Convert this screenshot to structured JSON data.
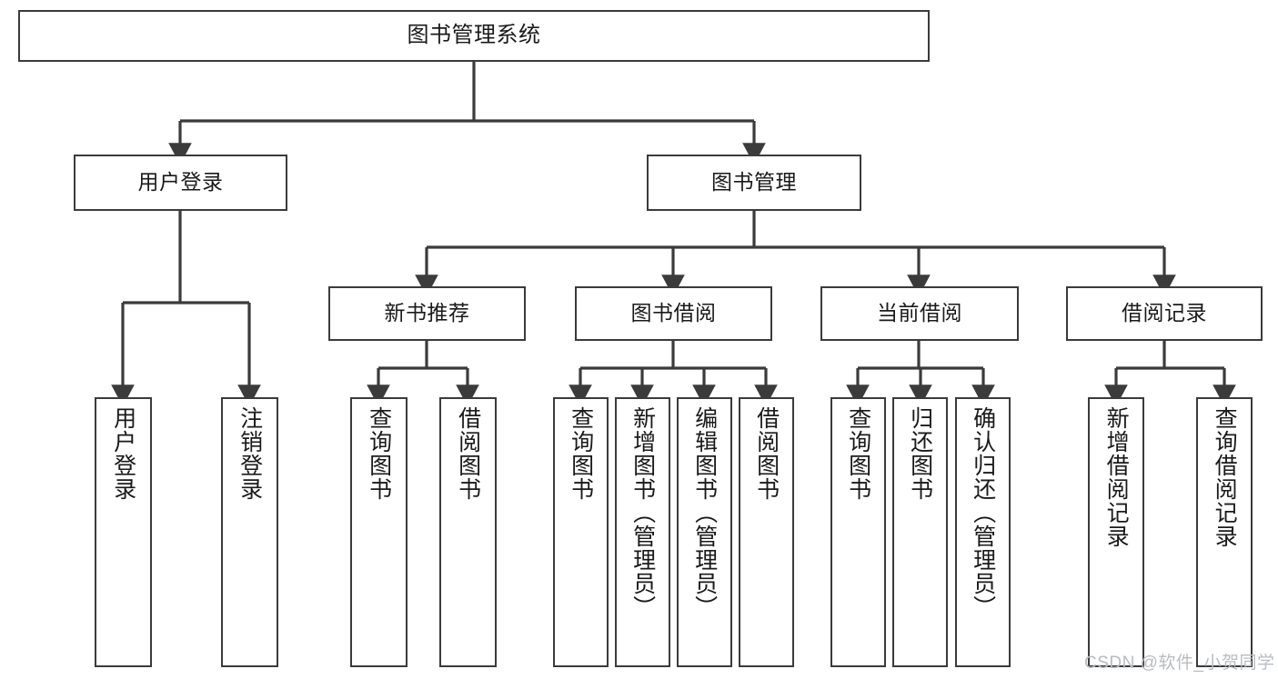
{
  "diagram": {
    "title": "图书管理系统",
    "watermark": "CSDN @软件_小贺同学",
    "line_color": "#3b3b3b",
    "box_fill": "#ffffff",
    "text_color": "#1a1a1a",
    "watermark_color": "#b9bcc0"
  },
  "chart_data": {
    "type": "diagram",
    "subtype": "tree",
    "title": "图书管理系统",
    "orientation": "top-down",
    "nodes": [
      {
        "id": "root",
        "label": "图书管理系统",
        "level": 0,
        "parent": null,
        "text_orientation": "horizontal"
      },
      {
        "id": "n-user-login",
        "label": "用户登录",
        "level": 1,
        "parent": "root",
        "text_orientation": "horizontal"
      },
      {
        "id": "n-book-manage",
        "label": "图书管理",
        "level": 1,
        "parent": "root",
        "text_orientation": "horizontal"
      },
      {
        "id": "n-new-book-rec",
        "label": "新书推荐",
        "level": 2,
        "parent": "n-book-manage",
        "text_orientation": "horizontal"
      },
      {
        "id": "n-book-borrow",
        "label": "图书借阅",
        "level": 2,
        "parent": "n-book-manage",
        "text_orientation": "horizontal"
      },
      {
        "id": "n-current-borrow",
        "label": "当前借阅",
        "level": 2,
        "parent": "n-book-manage",
        "text_orientation": "horizontal"
      },
      {
        "id": "n-borrow-record",
        "label": "借阅记录",
        "level": 2,
        "parent": "n-book-manage",
        "text_orientation": "horizontal"
      },
      {
        "id": "l-user-login",
        "label": "用户登录",
        "level": 2,
        "parent": "n-user-login",
        "text_orientation": "vertical"
      },
      {
        "id": "l-user-logout",
        "label": "注销登录",
        "level": 2,
        "parent": "n-user-login",
        "text_orientation": "vertical"
      },
      {
        "id": "l-rec-query",
        "label": "查询图书",
        "level": 3,
        "parent": "n-new-book-rec",
        "text_orientation": "vertical"
      },
      {
        "id": "l-rec-borrow",
        "label": "借阅图书",
        "level": 3,
        "parent": "n-new-book-rec",
        "text_orientation": "vertical"
      },
      {
        "id": "l-borrow-query",
        "label": "查询图书",
        "level": 3,
        "parent": "n-book-borrow",
        "text_orientation": "vertical"
      },
      {
        "id": "l-borrow-add",
        "label": "新增图书（管理员）",
        "level": 3,
        "parent": "n-book-borrow",
        "text_orientation": "vertical"
      },
      {
        "id": "l-borrow-edit",
        "label": "编辑图书（管理员）",
        "level": 3,
        "parent": "n-book-borrow",
        "text_orientation": "vertical"
      },
      {
        "id": "l-borrow-lend",
        "label": "借阅图书",
        "level": 3,
        "parent": "n-book-borrow",
        "text_orientation": "vertical"
      },
      {
        "id": "l-cur-query",
        "label": "查询图书",
        "level": 3,
        "parent": "n-current-borrow",
        "text_orientation": "vertical"
      },
      {
        "id": "l-cur-return",
        "label": "归还图书",
        "level": 3,
        "parent": "n-current-borrow",
        "text_orientation": "vertical"
      },
      {
        "id": "l-cur-confirm",
        "label": "确认归还（管理员）",
        "level": 3,
        "parent": "n-current-borrow",
        "text_orientation": "vertical"
      },
      {
        "id": "l-rec-add",
        "label": "新增借阅记录",
        "level": 3,
        "parent": "n-borrow-record",
        "text_orientation": "vertical"
      },
      {
        "id": "l-rec-search",
        "label": "查询借阅记录",
        "level": 3,
        "parent": "n-borrow-record",
        "text_orientation": "vertical"
      }
    ],
    "edges": [
      {
        "from": "root",
        "to": "n-user-login"
      },
      {
        "from": "root",
        "to": "n-book-manage"
      },
      {
        "from": "n-user-login",
        "to": "l-user-login"
      },
      {
        "from": "n-user-login",
        "to": "l-user-logout"
      },
      {
        "from": "n-book-manage",
        "to": "n-new-book-rec"
      },
      {
        "from": "n-book-manage",
        "to": "n-book-borrow"
      },
      {
        "from": "n-book-manage",
        "to": "n-current-borrow"
      },
      {
        "from": "n-book-manage",
        "to": "n-borrow-record"
      },
      {
        "from": "n-new-book-rec",
        "to": "l-rec-query"
      },
      {
        "from": "n-new-book-rec",
        "to": "l-rec-borrow"
      },
      {
        "from": "n-book-borrow",
        "to": "l-borrow-query"
      },
      {
        "from": "n-book-borrow",
        "to": "l-borrow-add"
      },
      {
        "from": "n-book-borrow",
        "to": "l-borrow-edit"
      },
      {
        "from": "n-book-borrow",
        "to": "l-borrow-lend"
      },
      {
        "from": "n-current-borrow",
        "to": "l-cur-query"
      },
      {
        "from": "n-current-borrow",
        "to": "l-cur-return"
      },
      {
        "from": "n-current-borrow",
        "to": "l-cur-confirm"
      },
      {
        "from": "n-borrow-record",
        "to": "l-rec-add"
      },
      {
        "from": "n-borrow-record",
        "to": "l-rec-search"
      }
    ]
  }
}
